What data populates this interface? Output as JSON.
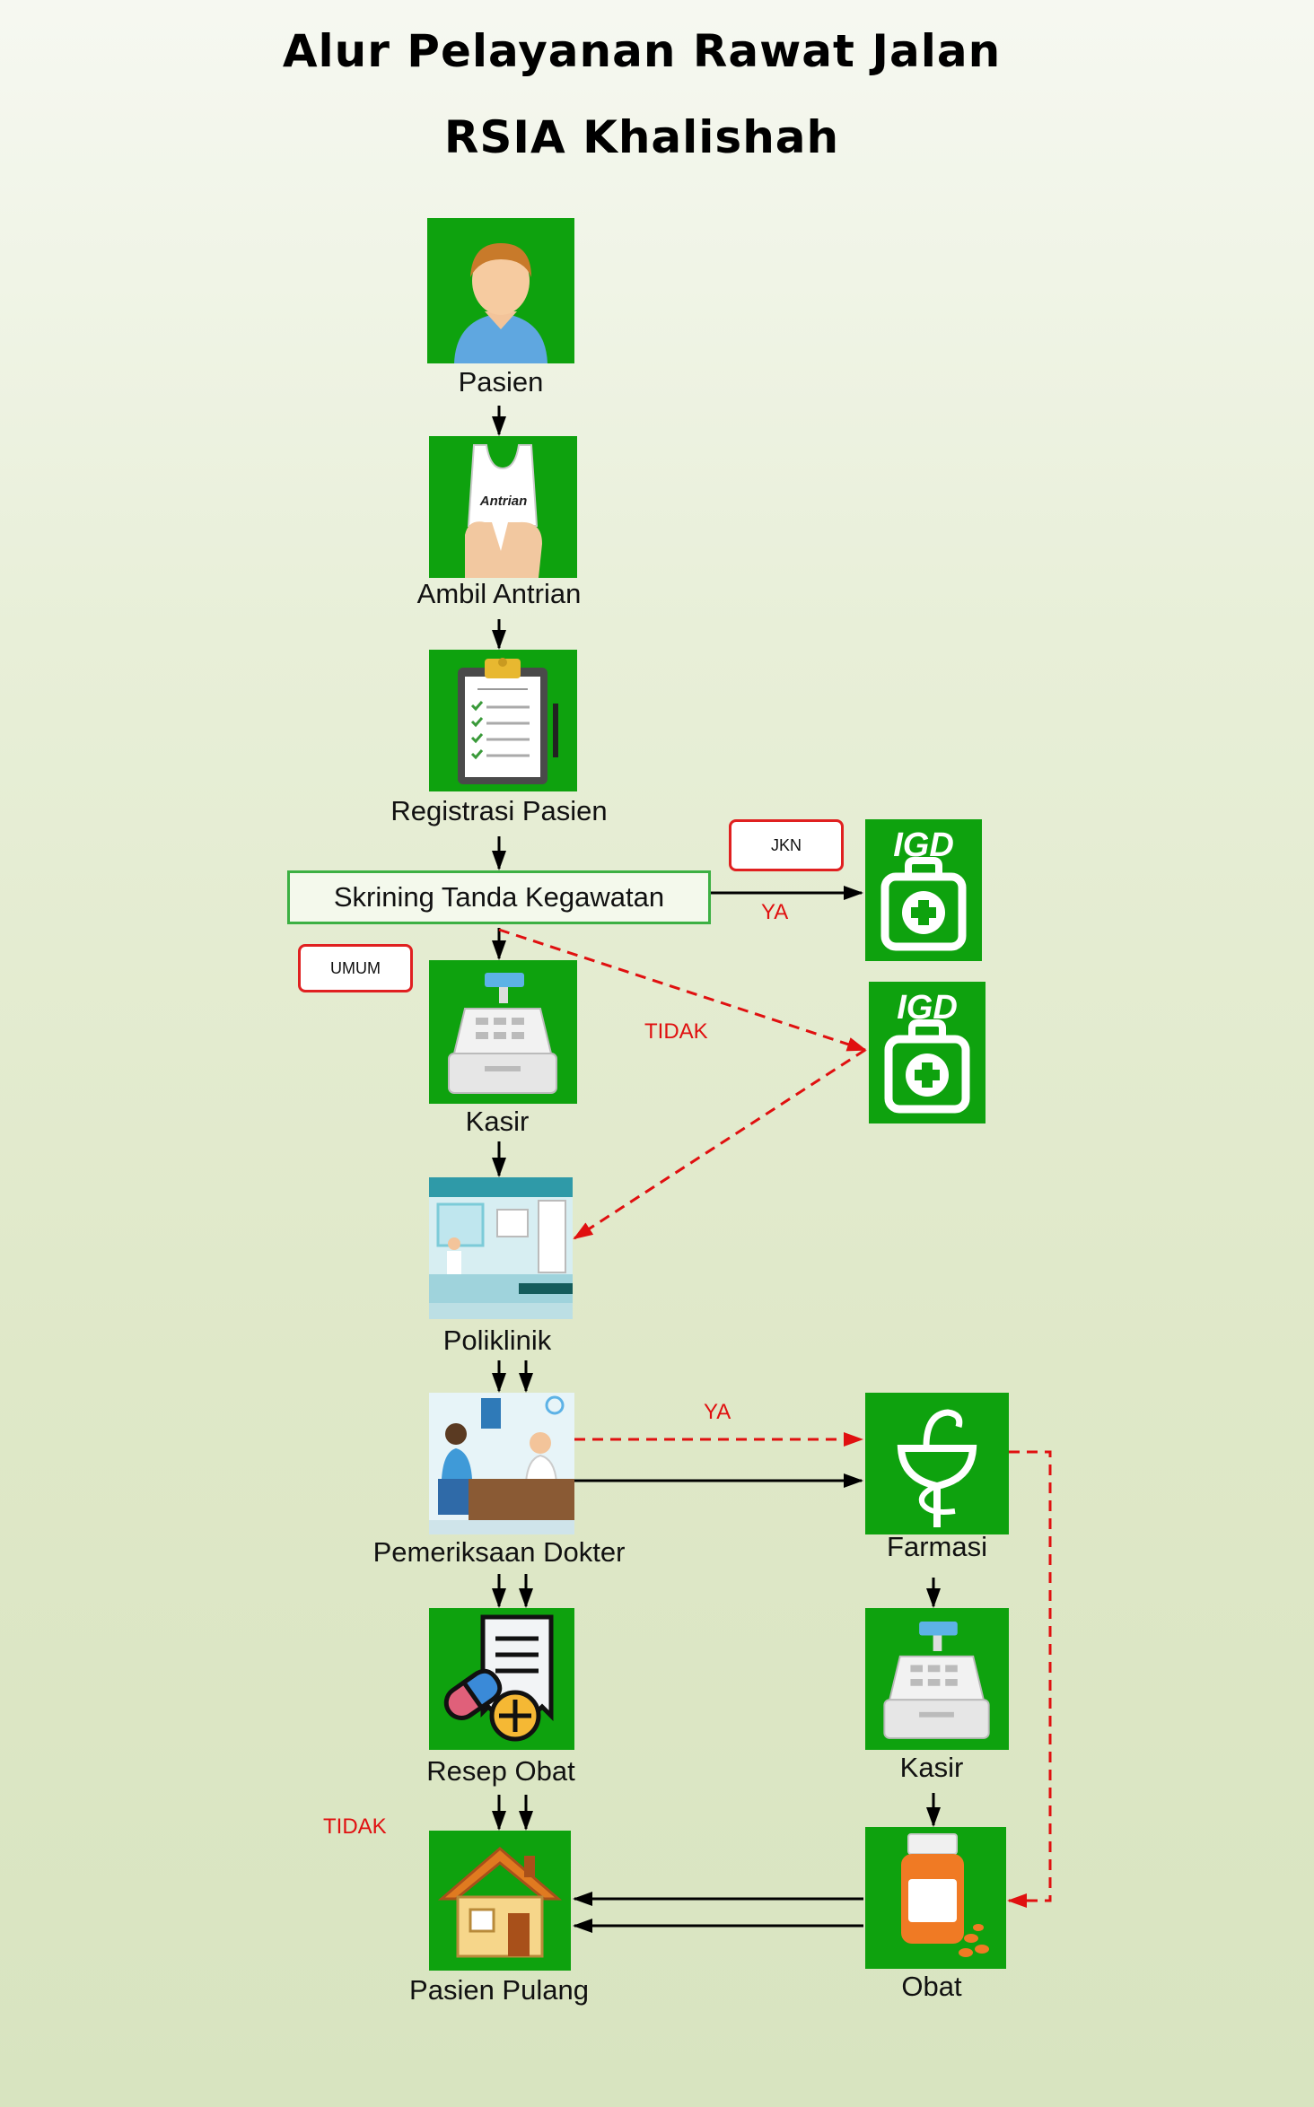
{
  "title_line1": "Alur Pelayanan Rawat Jalan",
  "title_line2": "RSIA Khalishah",
  "nodes": {
    "pasien": "Pasien",
    "antrian": "Ambil Antrian",
    "antrian_ticket": "Antrian",
    "registrasi": "Registrasi Pasien",
    "skrining": "Skrining Tanda Kegawatan",
    "igd_top": "IGD",
    "igd_mid": "IGD",
    "kasir1": "Kasir",
    "poliklinik": "Poliklinik",
    "pemeriksaan": "Pemeriksaan Dokter",
    "farmasi": "Farmasi",
    "resep": "Resep Obat",
    "kasir2": "Kasir",
    "pulang": "Pasien Pulang",
    "obat": "Obat"
  },
  "tags": {
    "jkn": "JKN",
    "umum": "UMUM"
  },
  "edge_labels": {
    "ya_igd": "YA",
    "tidak_igd": "TIDAK",
    "ya_farmasi": "YA",
    "tidak_pulang": "TIDAK"
  },
  "colors": {
    "node_green": "#0ea20e",
    "tag_border": "#e02020",
    "dashed_red": "#e01010",
    "arrow": "#000000"
  }
}
